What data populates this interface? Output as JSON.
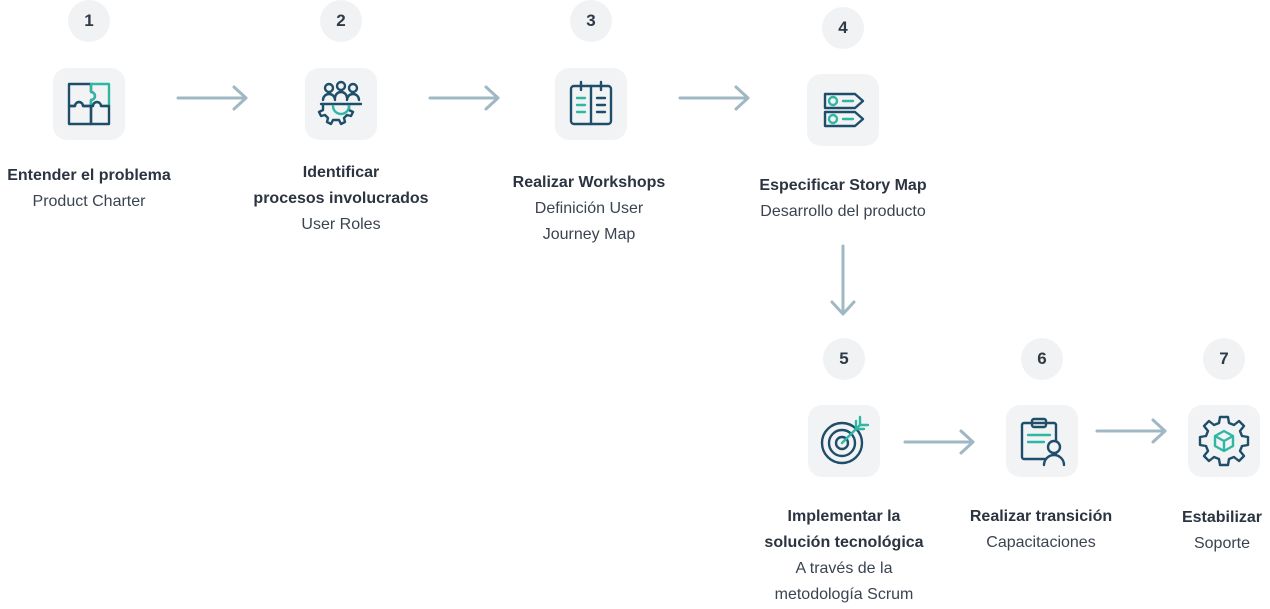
{
  "steps": [
    {
      "num": "1",
      "title": "Entender el problema",
      "subtitle": "Product Charter",
      "icon": "puzzle-icon"
    },
    {
      "num": "2",
      "title_line1": "Identificar",
      "title_line2": "procesos involucrados",
      "subtitle": "User Roles",
      "icon": "team-gear-icon"
    },
    {
      "num": "3",
      "title": "Realizar Workshops",
      "subtitle_line1": "Definición User",
      "subtitle_line2": "Journey Map",
      "icon": "notebook-icon"
    },
    {
      "num": "4",
      "title": "Especificar Story Map",
      "subtitle": "Desarrollo del producto",
      "icon": "story-map-icon"
    },
    {
      "num": "5",
      "title_line1": "Implementar la",
      "title_line2": "solución tecnológica",
      "subtitle_line1": "A través de la",
      "subtitle_line2": "metodología Scrum",
      "icon": "target-icon"
    },
    {
      "num": "6",
      "title": "Realizar transición",
      "subtitle": "Capacitaciones",
      "icon": "clipboard-user-icon"
    },
    {
      "num": "7",
      "title": "Estabilizar",
      "subtitle": "Soporte",
      "icon": "gear-cube-icon"
    }
  ],
  "colors": {
    "stroke": "#1f4e6b",
    "accent": "#2fb7a3",
    "arrow": "#9fb8c4",
    "tile": "#f2f3f5"
  }
}
